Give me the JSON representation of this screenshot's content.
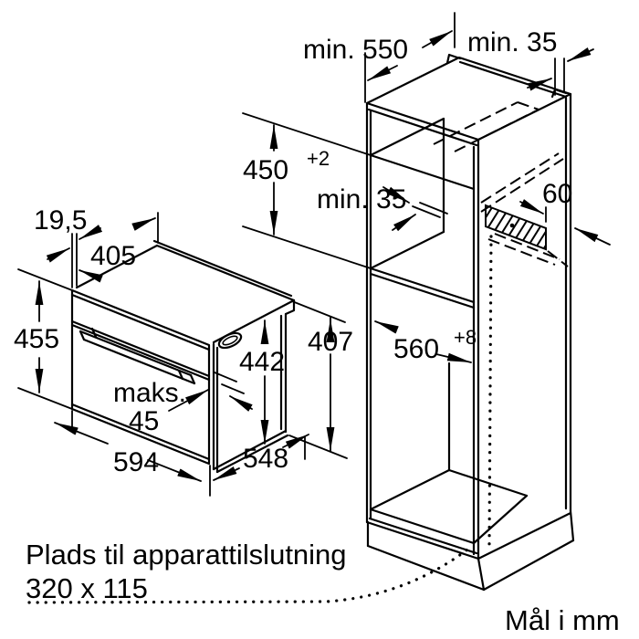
{
  "oven": {
    "offset_top": "19,5",
    "depth_top": "405",
    "height_front": "455",
    "height_body": "442",
    "height_back": "407",
    "door_gap_label": "maks.",
    "door_gap_value": "45",
    "width_front": "594",
    "depth_body": "548"
  },
  "cabinet": {
    "depth_min": "min. 550",
    "rear_gap_top": "min. 35",
    "niche_height_base": "450",
    "niche_height_sup": "+2",
    "shelf_rear_gap": "min. 35",
    "vent_width": "60",
    "niche_width_base": "560",
    "niche_width_sup": "+8"
  },
  "footer": {
    "connection_note_line1": "Plads til apparattilslutning",
    "connection_note_line2": "320 x 115",
    "units_note": "Mål i mm"
  }
}
